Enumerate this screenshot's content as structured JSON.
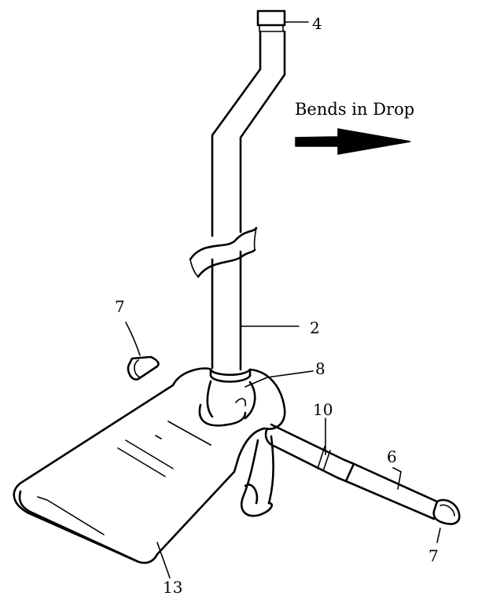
{
  "caption": "Bends in Drop",
  "labels": {
    "l4": "4",
    "l7a": "7",
    "l2": "2",
    "l8": "8",
    "l10": "10",
    "l6": "6",
    "l7b": "7",
    "l13": "13"
  },
  "colors": {
    "ink": "#000000",
    "paper": "#ffffff"
  }
}
